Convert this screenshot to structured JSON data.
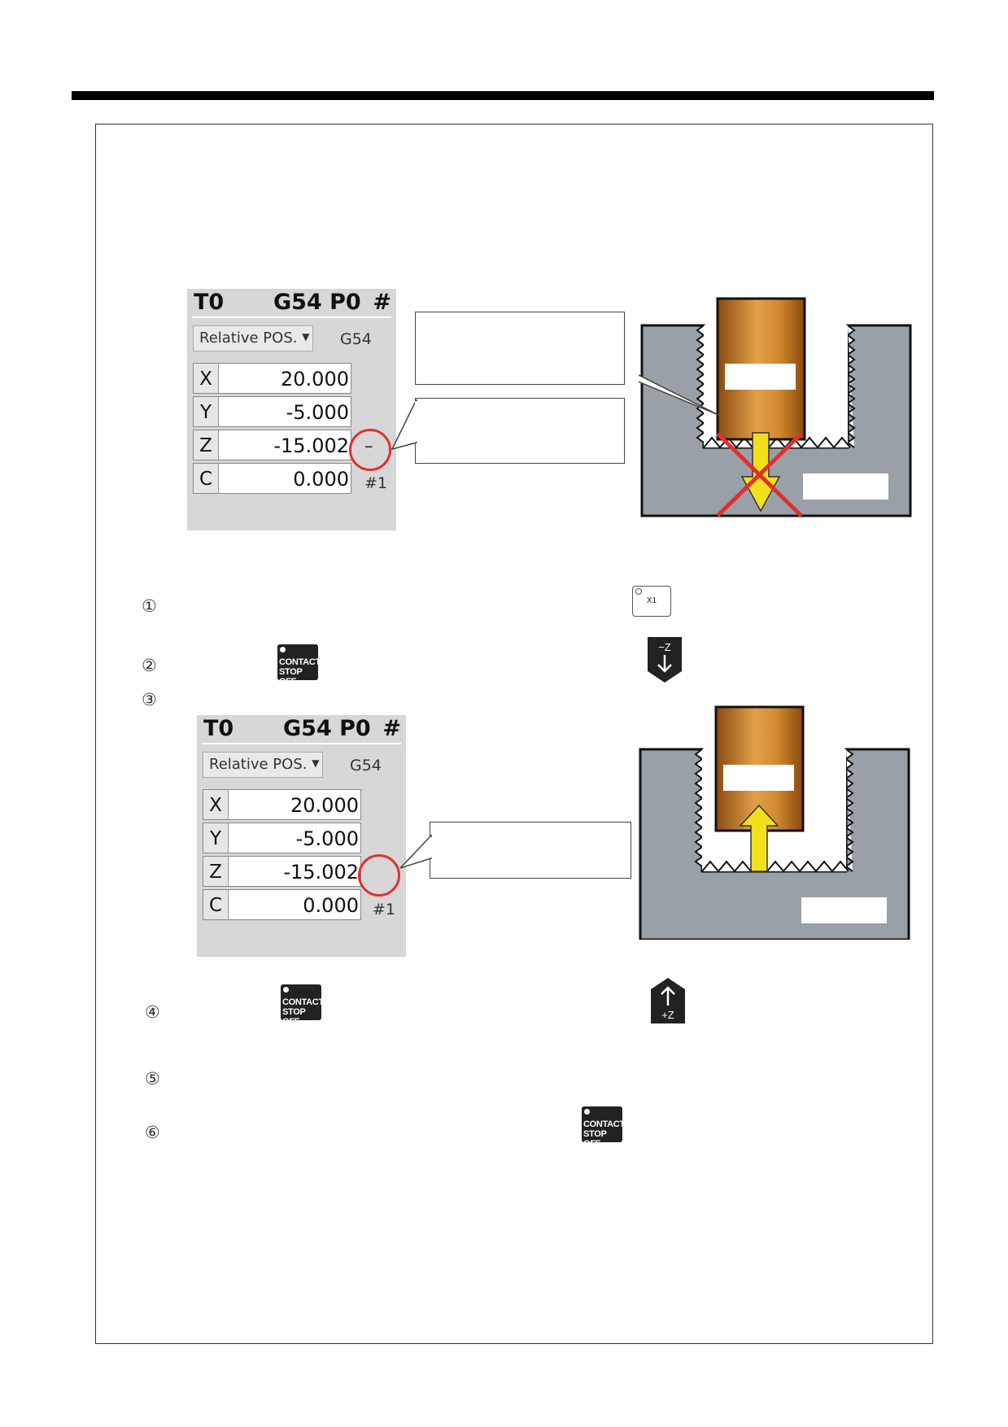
{
  "panels": [
    {
      "tool": "T0",
      "offset": "G54 P0",
      "hash": "#",
      "mode": "Relative POS.",
      "coord_system": "G54",
      "axes": [
        {
          "axis": "X",
          "value": "20.000"
        },
        {
          "axis": "Y",
          "value": "-5.000"
        },
        {
          "axis": "Z",
          "value": "-15.002"
        },
        {
          "axis": "C",
          "value": "0.000"
        }
      ],
      "z_minus": "–",
      "work_no": "#1"
    },
    {
      "tool": "T0",
      "offset": "G54 P0",
      "hash": "#",
      "mode": "Relative POS.",
      "coord_system": "G54",
      "axes": [
        {
          "axis": "X",
          "value": "20.000"
        },
        {
          "axis": "Y",
          "value": "-5.000"
        },
        {
          "axis": "Z",
          "value": "-15.002"
        },
        {
          "axis": "C",
          "value": "0.000"
        }
      ],
      "work_no": "#1"
    }
  ],
  "steps": [
    "①",
    "②",
    "③",
    "④",
    "⑤",
    "⑥"
  ],
  "keys": {
    "contact_line1": "CONTACT",
    "contact_line2": "STOP OFF",
    "x1": "X1",
    "minus_z": "−Z",
    "plus_z": "+Z"
  },
  "colors": {
    "electrode": "#c97a22",
    "workpiece": "#9aa0a8",
    "arrow": "#f2e01c",
    "cross": "#e03030"
  }
}
